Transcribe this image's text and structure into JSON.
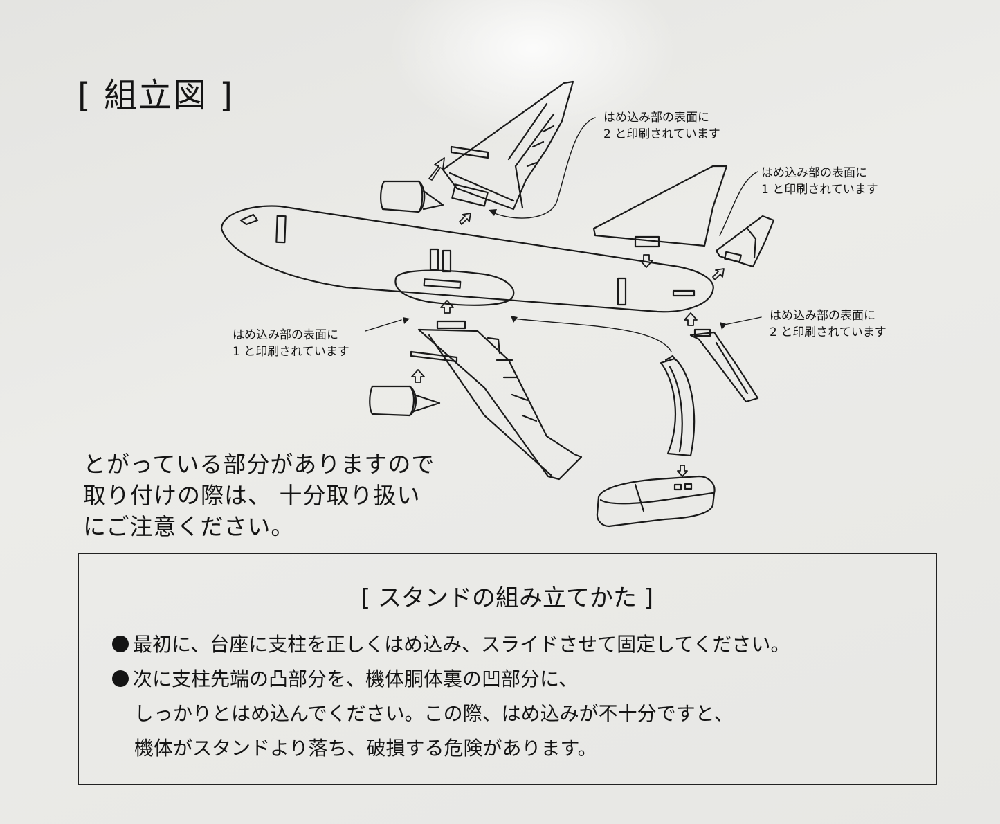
{
  "title": "[ 組立図 ]",
  "callouts": {
    "top": {
      "line1": "はめ込み部の表面に",
      "line2": "2 と印刷されています"
    },
    "right": {
      "line1": "はめ込み部の表面に",
      "line2": "1 と印刷されています"
    },
    "left": {
      "line1": "はめ込み部の表面に",
      "line2": "1 と印刷されています"
    },
    "right2": {
      "line1": "はめ込み部の表面に",
      "line2": "2 と印刷されています"
    }
  },
  "warning": {
    "line1": "とがっている部分がありますので",
    "line2": "取り付けの際は、 十分取り扱い",
    "line3": "にご注意ください。"
  },
  "stand_box": {
    "title": "[ スタンドの組み立てかた ]",
    "item1": "最初に、台座に支柱を正しくはめ込み、スライドさせて固定してください。",
    "item2_line1": "次に支柱先端の凸部分を、機体胴体裏の凹部分に、",
    "item2_line2": "しっかりとはめ込んでください。この際、はめ込みが不十分ですと、",
    "item2_line3": "機体がスタンドより落ち、破損する危険があります。"
  }
}
